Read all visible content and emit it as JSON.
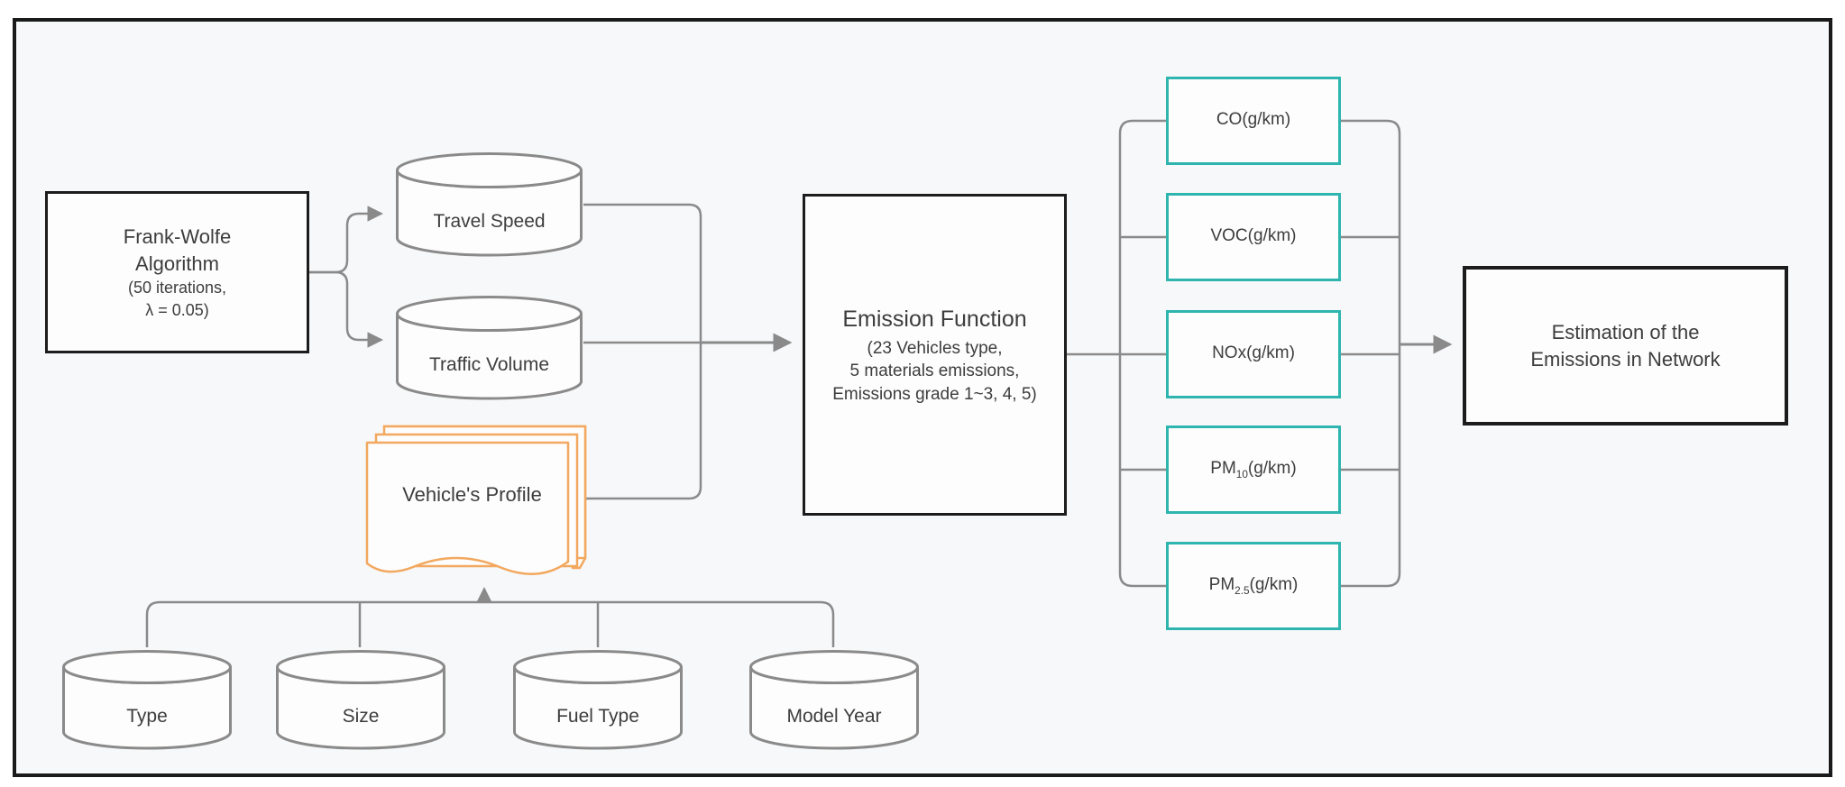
{
  "diagram": {
    "colors": {
      "background": "#f7f8f9",
      "connector_gray": "#8a8a8a",
      "node_border_black": "#1c1c1c",
      "teal_accent": "#2fb5af",
      "orange_accent": "#f2a85f"
    },
    "frank_wolfe": {
      "line1": "Frank-Wolfe",
      "line2": "Algorithm",
      "line3": "(50 iterations,",
      "line4": "λ = 0.05)"
    },
    "inputs": {
      "travel_speed": "Travel Speed",
      "traffic_volume": "Traffic Volume"
    },
    "vehicle_profile": {
      "label": "Vehicle's Profile"
    },
    "profile_sources": [
      {
        "label": "Type"
      },
      {
        "label": "Size"
      },
      {
        "label": "Fuel Type"
      },
      {
        "label": "Model Year"
      }
    ],
    "emission_function": {
      "title": "Emission Function",
      "line2": "(23 Vehicles type,",
      "line3": "5 materials emissions,",
      "line4": "Emissions grade 1~3, 4, 5)"
    },
    "outputs": [
      {
        "prefix": "CO",
        "sub": "",
        "suffix": "(g/km)"
      },
      {
        "prefix": "VOC",
        "sub": "",
        "suffix": "(g/km)"
      },
      {
        "prefix": "NOx",
        "sub": "",
        "suffix": "(g/km)"
      },
      {
        "prefix": "PM",
        "sub": "10",
        "suffix": "(g/km)"
      },
      {
        "prefix": "PM",
        "sub": "2.5",
        "suffix": "(g/km)"
      }
    ],
    "estimation": {
      "line1": "Estimation of the",
      "line2": "Emissions in Network"
    }
  }
}
